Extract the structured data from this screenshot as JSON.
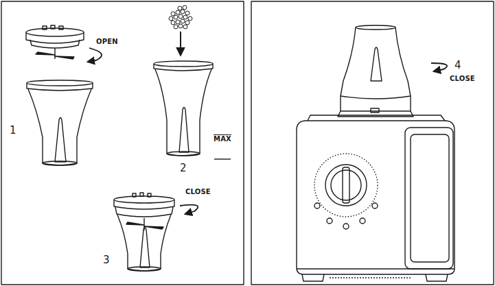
{
  "diagram": {
    "labels": [
      "OPEN",
      "MAX",
      "1",
      "2",
      "CLOSE",
      "3",
      "4",
      "CLOSE"
    ]
  }
}
